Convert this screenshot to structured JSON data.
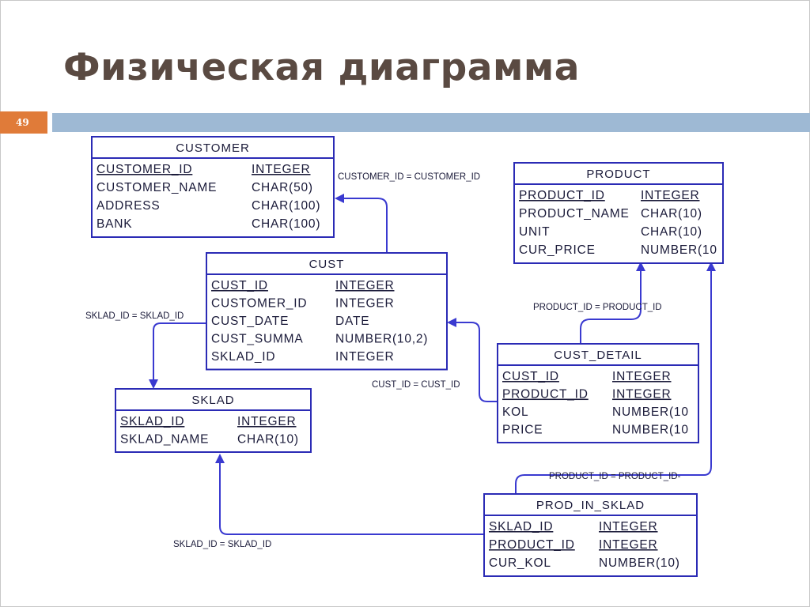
{
  "slide": {
    "title": "Физическая диаграмма",
    "page_number": "49",
    "colors": {
      "title": "#5a4a42",
      "badge": "#e07b39",
      "bar": "#9eb9d4",
      "entity_border": "#2b2bb5",
      "relation_line": "#3a3ad0",
      "text": "#1b1b3a"
    }
  },
  "entities": [
    {
      "name": "CUSTOMER",
      "fields": [
        {
          "name": "CUSTOMER_ID",
          "type": "INTEGER",
          "key": true
        },
        {
          "name": "CUSTOMER_NAME",
          "type": "CHAR(50)",
          "key": false
        },
        {
          "name": "ADDRESS",
          "type": "CHAR(100)",
          "key": false
        },
        {
          "name": "BANK",
          "type": "CHAR(100)",
          "key": false
        }
      ]
    },
    {
      "name": "PRODUCT",
      "fields": [
        {
          "name": "PRODUCT_ID",
          "type": "INTEGER",
          "key": true
        },
        {
          "name": "PRODUCT_NAME",
          "type": "CHAR(10)",
          "key": false
        },
        {
          "name": "UNIT",
          "type": "CHAR(10)",
          "key": false
        },
        {
          "name": "CUR_PRICE",
          "type": "NUMBER(10",
          "key": false
        }
      ]
    },
    {
      "name": "CUST",
      "fields": [
        {
          "name": "CUST_ID",
          "type": "INTEGER",
          "key": true
        },
        {
          "name": "CUSTOMER_ID",
          "type": "INTEGER",
          "key": false
        },
        {
          "name": "CUST_DATE",
          "type": "DATE",
          "key": false
        },
        {
          "name": "CUST_SUMMA",
          "type": "NUMBER(10,2)",
          "key": false
        },
        {
          "name": "SKLAD_ID",
          "type": "INTEGER",
          "key": false
        }
      ]
    },
    {
      "name": "CUST_DETAIL",
      "fields": [
        {
          "name": "CUST_ID",
          "type": "INTEGER",
          "key": true
        },
        {
          "name": "PRODUCT_ID",
          "type": "INTEGER",
          "key": true
        },
        {
          "name": "KOL",
          "type": "NUMBER(10",
          "key": false
        },
        {
          "name": "PRICE",
          "type": "NUMBER(10",
          "key": false
        }
      ]
    },
    {
      "name": "SKLAD",
      "fields": [
        {
          "name": "SKLAD_ID",
          "type": "INTEGER",
          "key": true
        },
        {
          "name": "SKLAD_NAME",
          "type": "CHAR(10)",
          "key": false
        }
      ]
    },
    {
      "name": "PROD_IN_SKLAD",
      "fields": [
        {
          "name": "SKLAD_ID",
          "type": "INTEGER",
          "key": true
        },
        {
          "name": "PRODUCT_ID",
          "type": "INTEGER",
          "key": true
        },
        {
          "name": "CUR_KOL",
          "type": "NUMBER(10)",
          "key": false
        }
      ]
    }
  ],
  "relations": [
    {
      "label": "CUSTOMER_ID = CUSTOMER_ID",
      "from": "CUST",
      "to": "CUSTOMER"
    },
    {
      "label": "SKLAD_ID = SKLAD_ID",
      "from": "CUST",
      "to": "SKLAD"
    },
    {
      "label": "CUST_ID = CUST_ID",
      "from": "CUST_DETAIL",
      "to": "CUST"
    },
    {
      "label": "PRODUCT_ID = PRODUCT_ID",
      "from": "CUST_DETAIL",
      "to": "PRODUCT"
    },
    {
      "label": "PRODUCT_ID = PRODUCT_ID-",
      "from": "PROD_IN_SKLAD",
      "to": "PRODUCT"
    },
    {
      "label": "SKLAD_ID = SKLAD_ID",
      "from": "PROD_IN_SKLAD",
      "to": "SKLAD"
    }
  ]
}
